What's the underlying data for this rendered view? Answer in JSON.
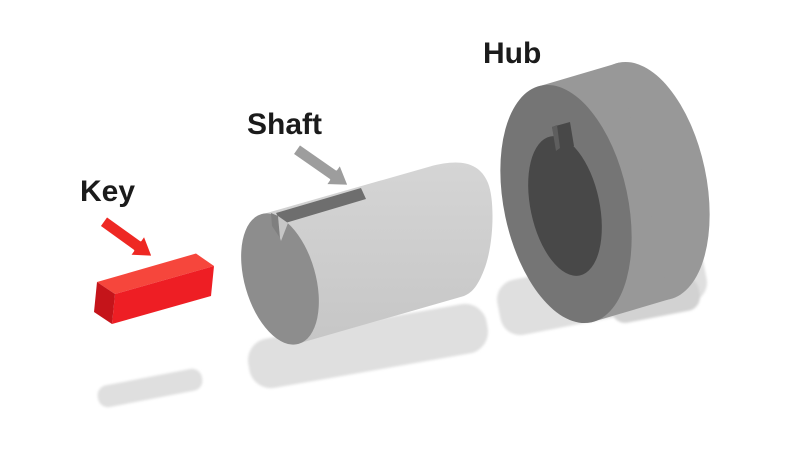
{
  "figure": {
    "background": "#ffffff",
    "labels": {
      "key": "Key",
      "shaft": "Shaft",
      "hub": "Hub"
    },
    "icons": {
      "key_arrow": "arrow-down-right",
      "shaft_arrow": "arrow-down-right"
    },
    "colors": {
      "label_text": "#1b1b1b",
      "arrow_outline": "#ffffff",
      "key_arrow": "#ee2823",
      "key_top": "#f6463c",
      "key_front": "#ee1e24",
      "key_side": "#c5141a",
      "shaft_arrow": "#9d9d9d",
      "shaft_body_top": "#d5d5d5",
      "shaft_body": "#c6c6c6",
      "shaft_end_face": "#8d8d8d",
      "shaft_keyway_slot": "#6e6e6e",
      "keyway_notch_dark": "#7f7f7f",
      "keyway_notch_light": "#c6c6c6",
      "hub_body": "#989898",
      "hub_front_face": "#757575",
      "hub_bore": "#484848",
      "hub_notch_edge": "#5e5e5e",
      "shadow": "#dfdfdf",
      "shadow_dark": "#d2d2d2"
    }
  }
}
